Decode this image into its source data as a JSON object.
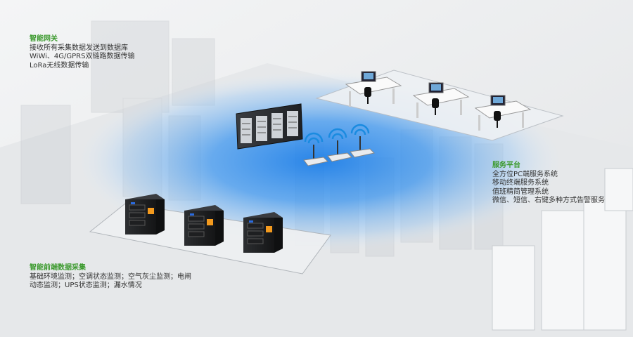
{
  "gateway": {
    "title": "智能网关",
    "lines": [
      "接收所有采集数据发送到数据库",
      "WiWi、4G/GPRS双链路数据传输",
      "LoRa无线数据传输"
    ]
  },
  "platform": {
    "title": "服务平台",
    "lines": [
      "全方位PC端服务系统",
      "移动终端服务系统",
      "值班精简管理系统",
      "微信、短信、右键多种方式告警服务"
    ]
  },
  "frontend": {
    "title": "智能前端数据采集",
    "text": "基础环境监测；空调状态监测；空气灰尘监测；电闸动态监测；UPS状态监测；漏水情况"
  },
  "colors": {
    "title_green": "#3c9a2e",
    "signal_blue": "#1a8be0",
    "coverage_blue": "#2d8cf0",
    "ups_orange": "#f39a1e"
  },
  "icons": [
    "server-rack-icon",
    "wireless-router-icon",
    "workstation-icon",
    "ups-cabinet-icon"
  ]
}
